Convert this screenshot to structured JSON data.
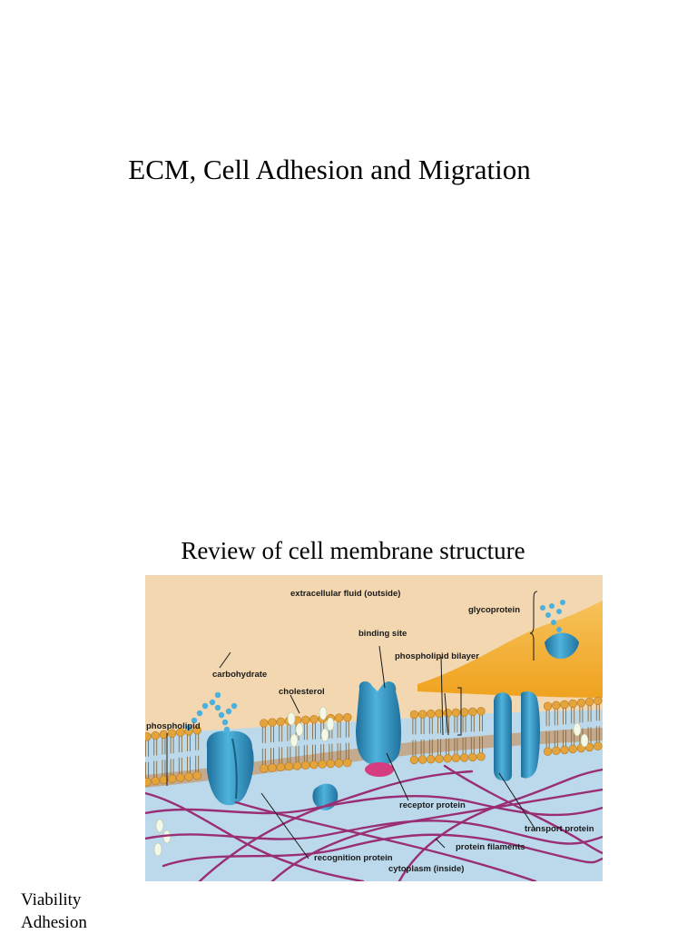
{
  "slide": {
    "title": "ECM, Cell Adhesion and Migration",
    "subtitle": "Review of cell membrane structure",
    "notes": [
      "Viability",
      "Adhesion"
    ]
  },
  "figure": {
    "labels": {
      "extracellular": "extracellular fluid (outside)",
      "glycoprotein": "glycoprotein",
      "binding_site": "binding site",
      "bilayer": "phospholipid bilayer",
      "carbohydrate": "carbohydrate",
      "cholesterol": "cholesterol",
      "phospholipid": "phospholipid",
      "receptor": "receptor protein",
      "transport": "transport protein",
      "filaments": "protein filaments",
      "recognition": "recognition protein",
      "cytoplasm": "cytoplasm (inside)"
    },
    "colors": {
      "outside_bg": "#f2d7b0",
      "inside_bg": "#bcd9ec",
      "lipid_head": "#e3a43c",
      "protein": "#3aa0cc",
      "filament": "#9a2e74",
      "cholesterol": "#f4f8e8"
    }
  }
}
